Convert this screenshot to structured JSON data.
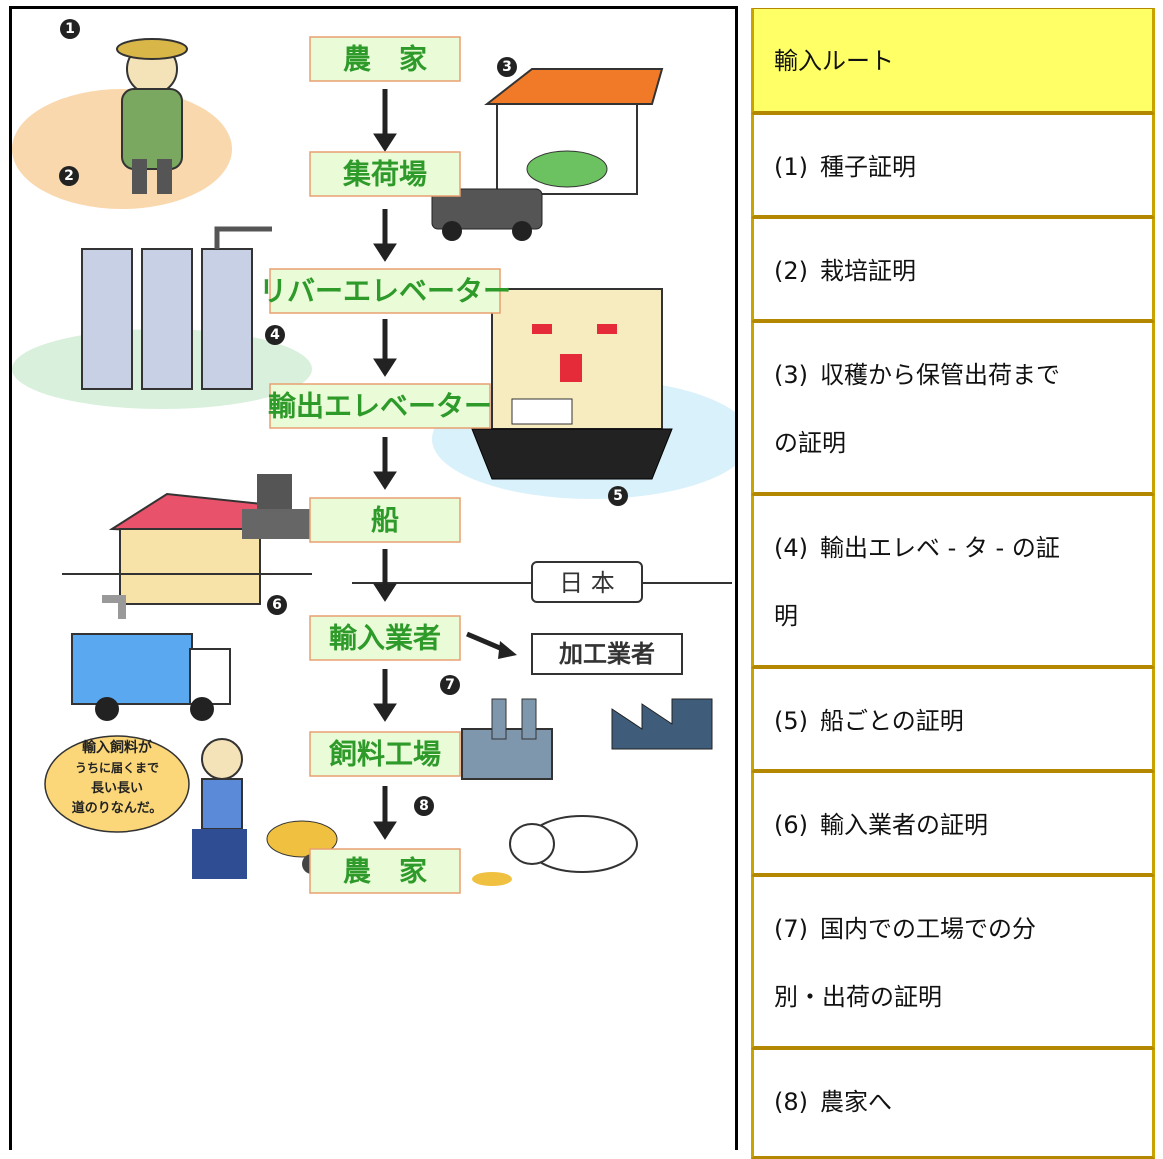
{
  "diagram": {
    "steps": [
      "農　家",
      "集荷場",
      "リバーエレベーター",
      "輸出エレベーター",
      "船",
      "輸入業者",
      "飼料工場",
      "農　家"
    ],
    "side_box": "加工業者",
    "japan_label": "日 本",
    "speech": [
      "輸入飼料が",
      "うちに届くまで",
      "長い長い",
      "道のりなんだ。"
    ],
    "markers": [
      "1",
      "2",
      "3",
      "4",
      "5",
      "6",
      "7",
      "8"
    ]
  },
  "route": {
    "header": "輸入ルート",
    "items": [
      {
        "num": "(1)",
        "lines": [
          "種子証明"
        ]
      },
      {
        "num": "(2)",
        "lines": [
          "栽培証明"
        ]
      },
      {
        "num": "(3)",
        "lines": [
          "収穫から保管出荷まで",
          "の証明"
        ]
      },
      {
        "num": "(4)",
        "lines": [
          "輸出エレベ - タ - の証",
          "明"
        ]
      },
      {
        "num": "(5)",
        "lines": [
          "船ごとの証明"
        ]
      },
      {
        "num": "(6)",
        "lines": [
          "輸入業者の証明"
        ]
      },
      {
        "num": "(7)",
        "lines": [
          "国内での工場での分",
          "別・出荷の証明"
        ]
      },
      {
        "num": "(8)",
        "lines": [
          "農家へ"
        ]
      }
    ]
  },
  "colors": {
    "step_fill": "#eafbd8",
    "step_text": "#2e9a2a",
    "header_fill": "#ffff66",
    "cell_border": "#c9a400"
  }
}
